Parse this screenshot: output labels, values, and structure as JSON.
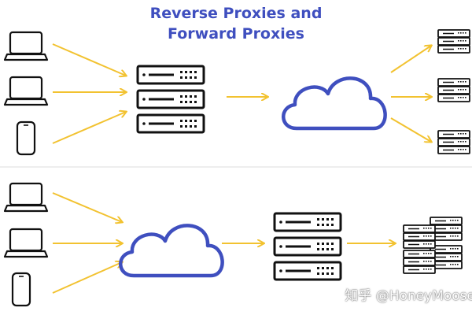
{
  "title": {
    "line1": "Reverse Proxies and",
    "line2": "Forward Proxies"
  },
  "watermark": "知乎 @HoneyMoose",
  "colors": {
    "title": "#3f4fbf",
    "arrow": "#f2c230",
    "cloud": "#3f4fbf",
    "device": "#111111",
    "divider": "#dddddd"
  },
  "icons": {
    "laptop": "laptop-icon",
    "phone": "smartphone-icon",
    "server": "server-rack-icon",
    "cloud": "cloud-icon"
  }
}
